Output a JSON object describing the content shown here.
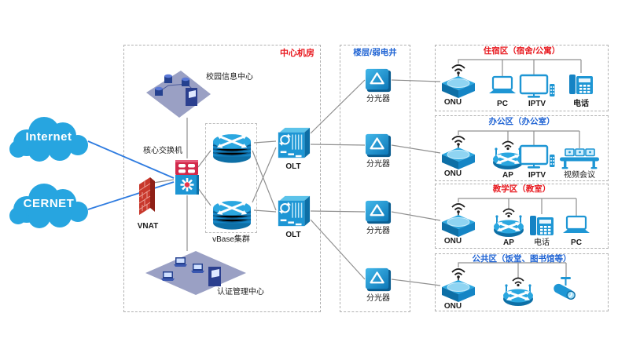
{
  "clouds": {
    "internet": "Internet",
    "cernet": "CERNET"
  },
  "central_room": {
    "title": "中心机房",
    "info_center": "校园信息中心",
    "core_switch": "核心交换机",
    "vnat": "VNAT",
    "vbase": "vBase集群",
    "olt_labels": [
      "OLT",
      "OLT"
    ],
    "auth_center": "认证管理中心"
  },
  "riser": {
    "title": "楼层/弱电井",
    "splitters": [
      "分光器",
      "分光器",
      "分光器",
      "分光器"
    ]
  },
  "zones": [
    {
      "title": "住宿区（宿舍/公寓）",
      "devices": [
        "ONU",
        "PC",
        "IPTV",
        "电话"
      ]
    },
    {
      "title": "办公区（办公室）",
      "devices": [
        "ONU",
        "AP",
        "IPTV",
        "视频会议"
      ]
    },
    {
      "title": "教学区（教室）",
      "devices": [
        "ONU",
        "AP",
        "电话",
        "PC"
      ]
    },
    {
      "title": "公共区（饭堂、图书馆等）",
      "devices": [
        "ONU"
      ]
    }
  ],
  "colors": {
    "cloud_blue": "#27a5e0",
    "icon_blue": "#1e96d4",
    "icon_blue_dark": "#0d6fa6",
    "icon_blue_light": "#5cc3ea",
    "title_red": "#e8191f",
    "title_blue": "#2064d4",
    "firewall_red": "#c8382c",
    "switch_red": "#d2294b",
    "line_gray": "#909090",
    "link_blue": "#2f7ce0",
    "platform_slate": "#9aa0c4"
  }
}
